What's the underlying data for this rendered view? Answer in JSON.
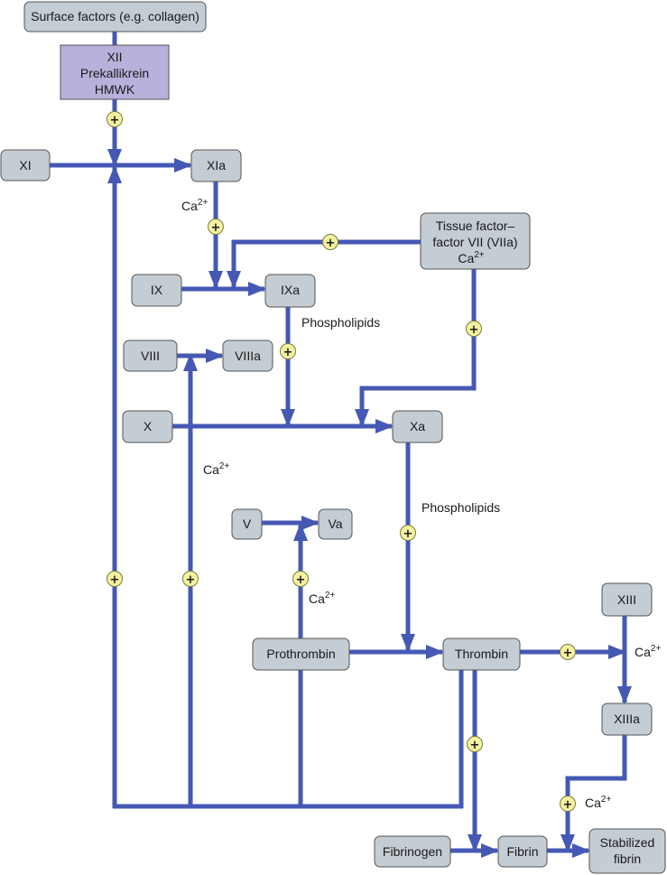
{
  "colors": {
    "arrow": "#4558b4",
    "node_fill": "#c4ccd4",
    "node_stroke": "#555555",
    "highlight_fill": "#b9b0dc",
    "plus_fill": "#f4f2a0"
  },
  "nodes": {
    "surface": "Surface factors (e.g. collagen)",
    "xii_line1": "XII",
    "xii_line2": "Prekallikrein",
    "xii_line3": "HMWK",
    "xi": "XI",
    "xia": "XIa",
    "tf_line1": "Tissue factor–",
    "tf_line2": "factor VII (VIIa)",
    "tf_line3": "Ca",
    "ix": "IX",
    "ixa": "IXa",
    "viii": "VIII",
    "viiia": "VIIIa",
    "x": "X",
    "xa": "Xa",
    "v": "V",
    "va": "Va",
    "prothrombin": "Prothrombin",
    "thrombin": "Thrombin",
    "xiii": "XIII",
    "xiiia": "XIIIa",
    "fibrinogen": "Fibrinogen",
    "fibrin": "Fibrin",
    "stab_line1": "Stabilized",
    "stab_line2": "fibrin"
  },
  "labels": {
    "ca": "Ca",
    "ca_sup": "2+",
    "phospholipids": "Phospholipids"
  },
  "plus": "+"
}
